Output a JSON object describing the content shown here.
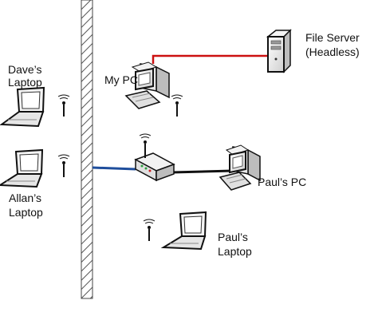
{
  "nodes": {
    "dave_laptop": {
      "label_line1": "Dave’s",
      "label_line2": "Laptop",
      "icon": "laptop-icon"
    },
    "allan_laptop": {
      "label_line1": "Allan’s",
      "label_line2": "Laptop",
      "icon": "laptop-icon"
    },
    "my_pc": {
      "label": "My PC",
      "icon": "desktop-pc-icon"
    },
    "file_server": {
      "label_line1": "File Server",
      "label_line2": "(Headless)",
      "icon": "server-tower-icon"
    },
    "router": {
      "icon": "wireless-router-icon"
    },
    "pauls_pc": {
      "label": "Paul’s PC",
      "icon": "desktop-pc-icon"
    },
    "pauls_laptop": {
      "label_line1": "Paul’s",
      "label_line2": "Laptop",
      "icon": "laptop-icon"
    }
  },
  "connections": [
    {
      "from": "my_pc",
      "to": "file_server",
      "color": "#cc1111"
    },
    {
      "from": "wall",
      "to": "router",
      "color": "#1f4e9c"
    },
    {
      "from": "router",
      "to": "pauls_pc",
      "color": "#111111"
    }
  ],
  "colors": {
    "wired_red": "#cc1111",
    "wired_blue": "#1f4e9c",
    "wired_black": "#111111",
    "device_gray": "#e6e6e6",
    "wall_hatch": "#555555"
  }
}
